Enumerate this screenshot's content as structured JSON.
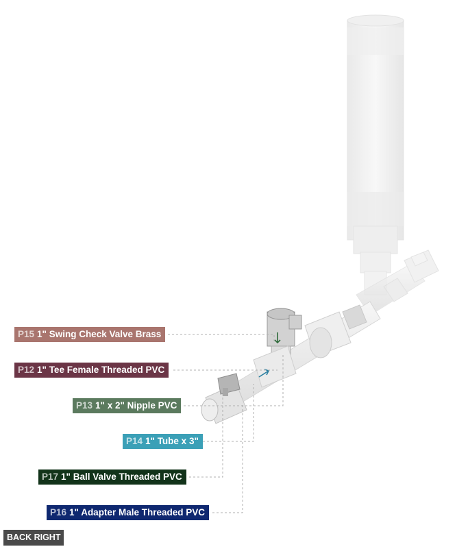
{
  "labels": [
    {
      "id": "p15",
      "code": "P15",
      "name": "1\" Swing Check Valve Brass",
      "color": "#a9756e"
    },
    {
      "id": "p12",
      "code": "P12",
      "name": "1\" Tee Female Threaded PVC",
      "color": "#6b3546"
    },
    {
      "id": "p13",
      "code": "P13",
      "name": "1\" x 2\" Nipple PVC",
      "color": "#5b7a5e"
    },
    {
      "id": "p14",
      "code": "P14",
      "name": "1\" Tube x 3\"",
      "color": "#3ba0b7"
    },
    {
      "id": "p17",
      "code": "P17",
      "name": "1\" Ball Valve Threaded PVC",
      "color": "#12331a"
    },
    {
      "id": "p16",
      "code": "P16",
      "name": "1\" Adapter Male Threaded PVC",
      "color": "#0f2870"
    }
  ],
  "view": {
    "label": "BACK RIGHT"
  }
}
